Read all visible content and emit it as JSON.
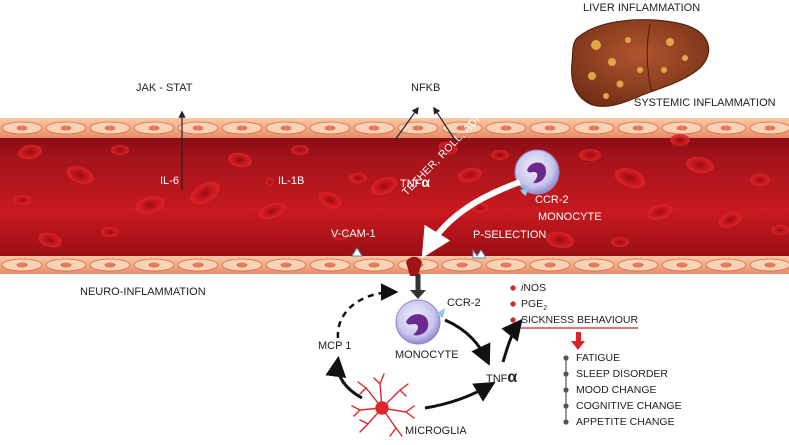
{
  "labels": {
    "liver_inflammation": "LIVER INFLAMMATION",
    "systemic_inflammation": "SYSTEMIC INFLAMMATION",
    "jak_stat": "JAK - STAT",
    "nfkb": "NFKB",
    "il6": "IL-6",
    "il1b": "IL-1B",
    "tnf_vessel_prefix": "TNF",
    "alpha": "α",
    "ccr2_vessel": "CCR-2",
    "monocyte_vessel": "MONOCYTE",
    "tether_roll_adhere": "TETHER, ROLL, ADHERE",
    "vcam1": "V-CAM-1",
    "p_selection": "P-SELECTION",
    "neuro_inflammation": "NEURO-INFLAMMATION",
    "ccr2_brain": "CCR-2",
    "monocyte_brain": "MONOCYTE",
    "mcp1": "MCP 1",
    "tnf_brain_prefix": "TNF",
    "microglia": "MICROGLIA"
  },
  "mediators": {
    "inos_i": "i",
    "inos_rest": "NOS",
    "pge": "PGE",
    "pge_sub": "2",
    "sickness_behaviour": "SICKNESS BEHAVIOUR"
  },
  "symptoms": [
    "FATIGUE",
    "SLEEP DISORDER",
    "MOOD CHANGE",
    "COGNITIVE CHANGE",
    "APPETITE CHANGE"
  ],
  "colors": {
    "vessel": "#b3121a",
    "vessel_dark": "#7a0a0e",
    "endothelium": "#f3b07a",
    "monocyte": "#c9c6ee",
    "monocyte_nucleus": "#6a2a8e",
    "microglia": "#e0262a",
    "accent_red": "#d8232a"
  }
}
